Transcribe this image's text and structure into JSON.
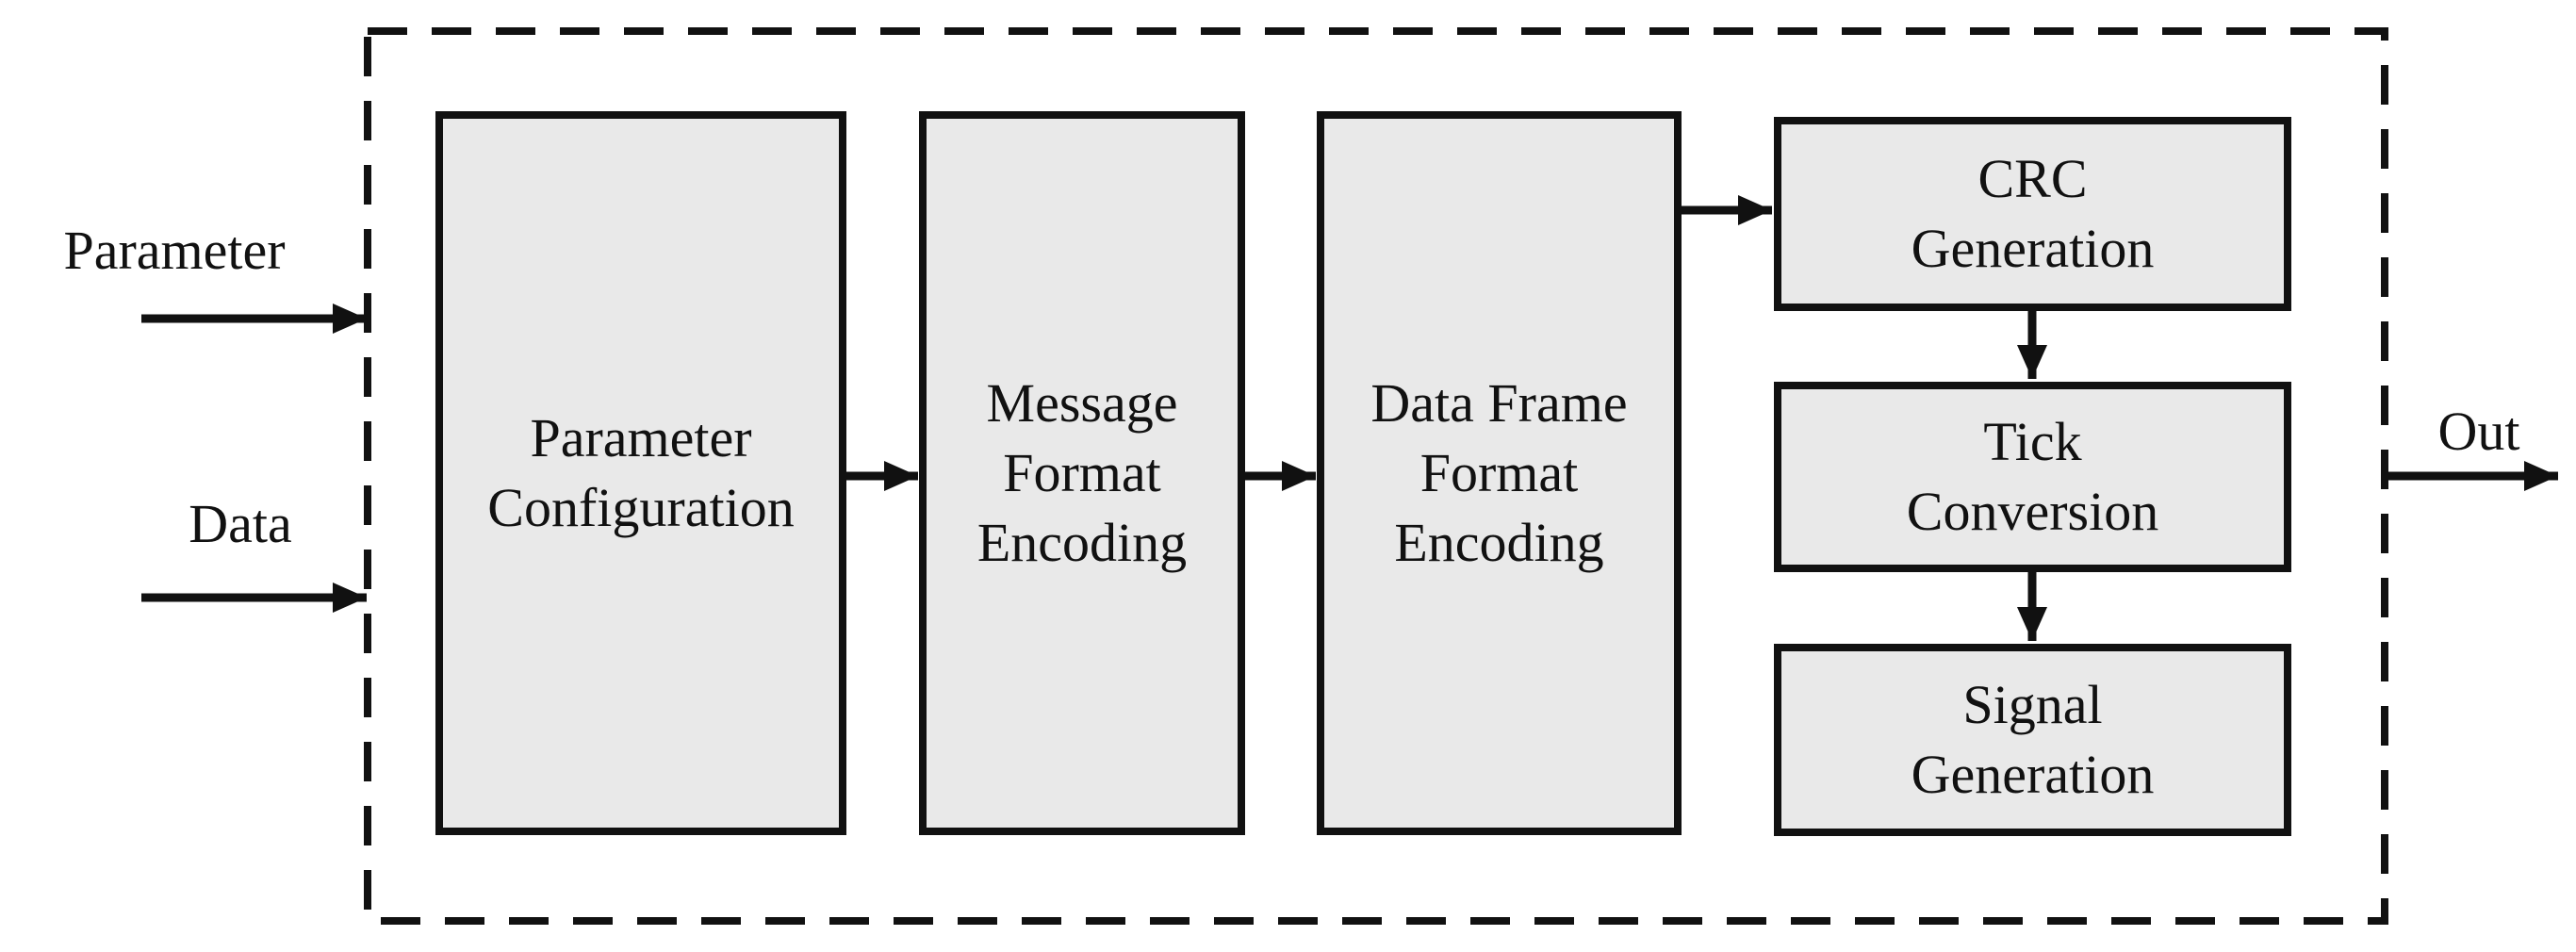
{
  "figure": {
    "type": "block-diagram",
    "description": "Signal generation pipeline enclosed in a dashed system boundary"
  },
  "colors": {
    "background": "#ffffff",
    "line": "#111111",
    "block_fill": "#e9e9e9",
    "block_border": "#111111",
    "text": "#111111"
  },
  "io": {
    "inputs": [
      {
        "label": "Parameter"
      },
      {
        "label": "Data"
      }
    ],
    "output": {
      "label": "Out"
    }
  },
  "blocks": [
    {
      "id": "parameter-configuration",
      "label": "Parameter\nConfiguration"
    },
    {
      "id": "message-format-encoding",
      "label": "Message\nFormat\nEncoding"
    },
    {
      "id": "data-frame-format-encoding",
      "label": "Data Frame\nFormat\nEncoding"
    },
    {
      "id": "crc-generation",
      "label": "CRC\nGeneration"
    },
    {
      "id": "tick-conversion",
      "label": "Tick\nConversion"
    },
    {
      "id": "signal-generation",
      "label": "Signal\nGeneration"
    }
  ],
  "connections": [
    {
      "from": "parameter-input",
      "to": "system-boundary"
    },
    {
      "from": "data-input",
      "to": "system-boundary"
    },
    {
      "from": "parameter-configuration",
      "to": "message-format-encoding"
    },
    {
      "from": "message-format-encoding",
      "to": "data-frame-format-encoding"
    },
    {
      "from": "data-frame-format-encoding",
      "to": "crc-generation"
    },
    {
      "from": "crc-generation",
      "to": "tick-conversion"
    },
    {
      "from": "tick-conversion",
      "to": "signal-generation"
    },
    {
      "from": "system-boundary",
      "to": "out"
    }
  ]
}
